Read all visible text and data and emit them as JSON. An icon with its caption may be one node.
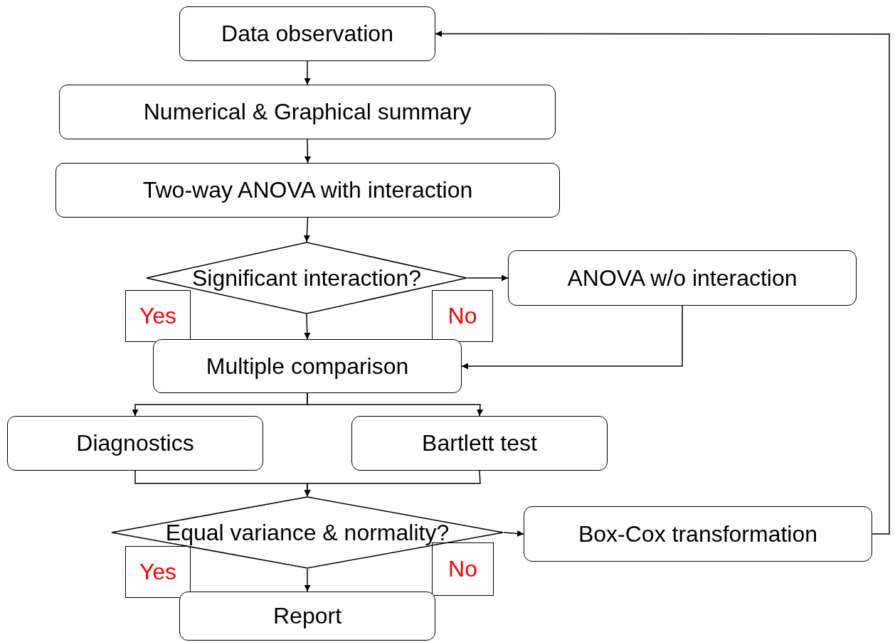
{
  "diagram": {
    "nodes": [
      {
        "text": [
          "Data observation"
        ]
      },
      {
        "text": [
          "Numerical & Graphical summary"
        ]
      },
      {
        "text": [
          "Two-way ANOVA with interaction"
        ]
      },
      {
        "text": [
          "Significant interaction?"
        ]
      },
      {
        "text": [
          "ANOVA w/o interaction"
        ]
      },
      {
        "text": [
          "Yes"
        ]
      },
      {
        "text": [
          "No"
        ]
      },
      {
        "text": [
          "Multiple comparison"
        ]
      },
      {
        "text": [
          "Diagnostics"
        ]
      },
      {
        "text": [
          "Bartlett test"
        ]
      },
      {
        "text": [
          "Equal variance & normality?"
        ]
      },
      {
        "text": [
          "Box-Cox transformation"
        ]
      },
      {
        "text": [
          "Yes"
        ]
      },
      {
        "text": [
          "No"
        ]
      },
      {
        "text": [
          "Report"
        ]
      }
    ],
    "edges": [
      {
        "from": 0,
        "to": 1,
        "arrow": "to"
      },
      {
        "from": 1,
        "to": 2,
        "arrow": "to"
      },
      {
        "from": 2,
        "to": 3,
        "arrow": "to"
      },
      {
        "from": 3,
        "to": 4,
        "arrow": "to"
      },
      {
        "from": 3,
        "to": 7,
        "arrow": "to"
      },
      {
        "from": 4,
        "to": 7,
        "arrow": "to"
      },
      {
        "from": 7,
        "to": 8,
        "arrow": "to"
      },
      {
        "from": 7,
        "to": 9,
        "arrow": "to"
      },
      {
        "from": 8,
        "to": 10,
        "arrow": "to"
      },
      {
        "from": 9,
        "to": 10,
        "arrow": "to"
      },
      {
        "from": 10,
        "to": 11,
        "arrow": "to"
      },
      {
        "from": 10,
        "to": 14,
        "arrow": "to"
      },
      {
        "from": 11,
        "to": 0,
        "arrow": "to"
      }
    ]
  }
}
